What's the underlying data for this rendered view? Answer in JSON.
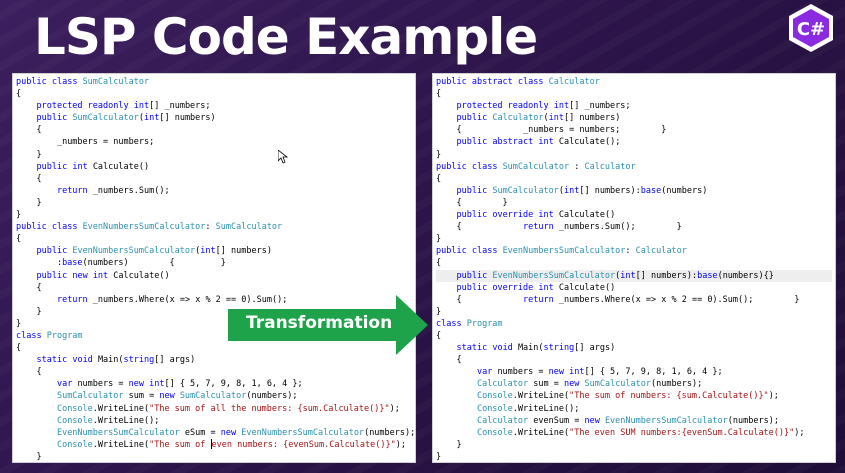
{
  "slide": {
    "title": "LSP Code Example",
    "arrow_label": "Transformation",
    "logo_glyph": "C#"
  },
  "colors": {
    "keyword": "#0000ff",
    "type": "#2b91af",
    "string": "#a31515",
    "arrow_green": "#1fa34a"
  },
  "left_code": [
    "public class SumCalculator",
    "{",
    "    protected readonly int[] _numbers;",
    "    public SumCalculator(int[] numbers)",
    "    {",
    "        _numbers = numbers;",
    "    }",
    "    public int Calculate()",
    "    {",
    "        return _numbers.Sum();",
    "    }",
    "}",
    "public class EvenNumbersSumCalculator: SumCalculator",
    "{",
    "    public EvenNumbersSumCalculator(int[] numbers)",
    "        :base(numbers)        {         }",
    "    public new int Calculate()",
    "    {",
    "        return _numbers.Where(x => x % 2 == 0).Sum();",
    "    }",
    "}",
    "class Program",
    "{",
    "    static void Main(string[] args)",
    "    {",
    "        var numbers = new int[] { 5, 7, 9, 8, 1, 6, 4 };",
    "        SumCalculator sum = new SumCalculator(numbers);",
    "        Console.WriteLine(\"The sum of all the numbers: {sum.Calculate()}\");",
    "        Console.WriteLine();",
    "        EvenNumbersSumCalculator eSum = new EvenNumbersSumCalculator(numbers);",
    "        Console.WriteLine(\"The sum of |even numbers: {evenSum.Calculate()}\");",
    "    }",
    "}"
  ],
  "right_code": [
    "public abstract class Calculator",
    "{",
    "    protected readonly int[] _numbers;",
    "    public Calculator(int[] numbers)",
    "    {            _numbers = numbers;        }",
    "    public abstract int Calculate();",
    "}",
    "public class SumCalculator : Calculator",
    "{",
    "    public SumCalculator(int[] numbers):base(numbers)",
    "    {        }",
    "    public override int Calculate()",
    "    {            return _numbers.Sum();        }",
    "}",
    "public class EvenNumbersSumCalculator: Calculator",
    "{",
    "    public EvenNumbersSumCalculator(int[] numbers):base(numbers){}",
    "    public override int Calculate()",
    "    {            return _numbers.Where(x => x % 2 == 0).Sum();        }",
    "}",
    "class Program",
    "{",
    "    static void Main(string[] args)",
    "    {",
    "        var numbers = new int[] { 5, 7, 9, 8, 1, 6, 4 };",
    "        Calculator sum = new SumCalculator(numbers);",
    "        Console.WriteLine(\"The sum of numbers: {sum.Calculate()}\");",
    "        Console.WriteLine();",
    "        Calculator evenSum = new EvenNumbersSumCalculator(numbers);",
    "        Console.WriteLine(\"The even SUM numbers:{evenSum.Calculate()}\");",
    "    }",
    "}"
  ]
}
